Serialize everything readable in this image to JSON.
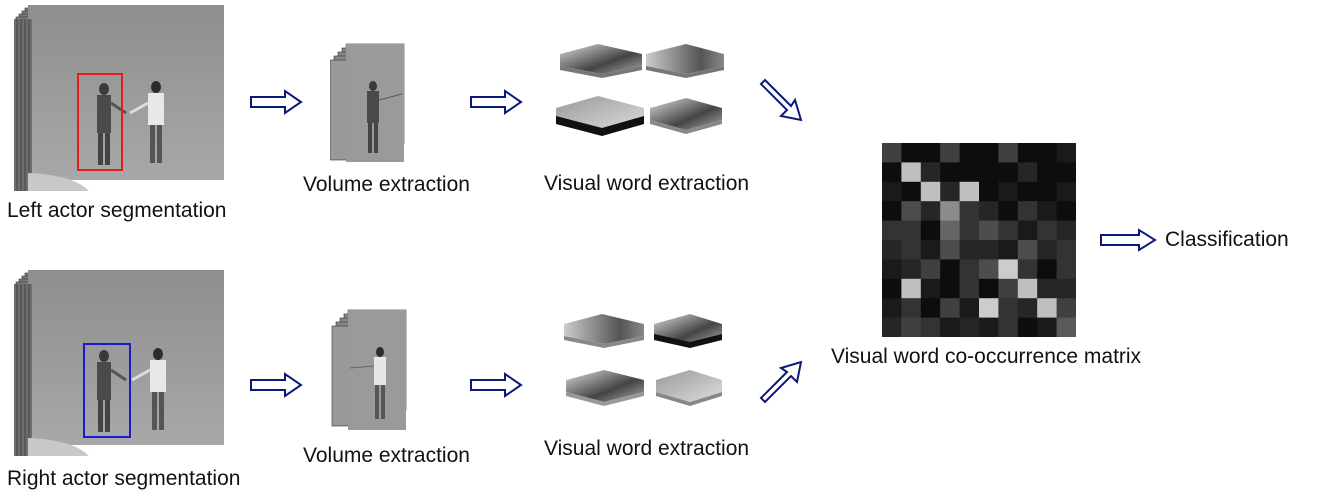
{
  "top_row": {
    "segmentation_label": "Left actor segmentation",
    "volume_label": "Volume extraction",
    "words_label": "Visual word extraction"
  },
  "bottom_row": {
    "segmentation_label": "Right actor segmentation",
    "volume_label": "Volume extraction",
    "words_label": "Visual word extraction"
  },
  "matrix": {
    "label": "Visual word co-occurrence matrix",
    "cells": [
      [
        0.25,
        0.05,
        0.05,
        0.25,
        0.05,
        0.05,
        0.25,
        0.05,
        0.05,
        0.1
      ],
      [
        0.05,
        0.75,
        0.15,
        0.05,
        0.05,
        0.05,
        0.05,
        0.15,
        0.05,
        0.05
      ],
      [
        0.1,
        0.05,
        0.75,
        0.15,
        0.75,
        0.05,
        0.1,
        0.05,
        0.05,
        0.1
      ],
      [
        0.05,
        0.3,
        0.15,
        0.55,
        0.2,
        0.15,
        0.05,
        0.2,
        0.1,
        0.05
      ],
      [
        0.2,
        0.2,
        0.05,
        0.4,
        0.2,
        0.3,
        0.2,
        0.1,
        0.2,
        0.15
      ],
      [
        0.15,
        0.2,
        0.1,
        0.3,
        0.15,
        0.15,
        0.1,
        0.3,
        0.15,
        0.2
      ],
      [
        0.1,
        0.15,
        0.25,
        0.05,
        0.2,
        0.3,
        0.8,
        0.2,
        0.05,
        0.2
      ],
      [
        0.05,
        0.75,
        0.1,
        0.05,
        0.2,
        0.05,
        0.25,
        0.75,
        0.15,
        0.15
      ],
      [
        0.1,
        0.2,
        0.05,
        0.25,
        0.1,
        0.8,
        0.2,
        0.15,
        0.75,
        0.25
      ],
      [
        0.15,
        0.25,
        0.2,
        0.1,
        0.15,
        0.1,
        0.2,
        0.05,
        0.1,
        0.35
      ]
    ]
  },
  "output_label": "Classification",
  "colors": {
    "left_box": "#e02020",
    "right_box": "#1a1ad0",
    "arrow": "#0a1a7a"
  }
}
